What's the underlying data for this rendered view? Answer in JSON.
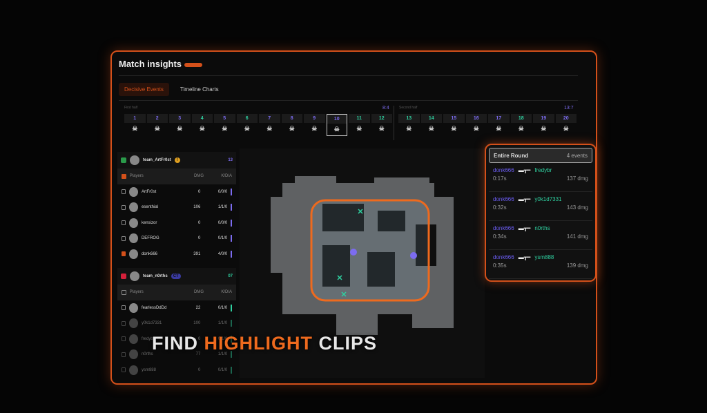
{
  "title": "Match insights",
  "tabs": [
    {
      "label": "Decisive Events"
    },
    {
      "label": "Timeline Charts"
    }
  ],
  "first_half": {
    "label": "First half",
    "score": "8:4"
  },
  "second_half": {
    "label": "Second half",
    "score": "13:7"
  },
  "rounds": [
    {
      "n": "1",
      "winner": "purple"
    },
    {
      "n": "2",
      "winner": "purple"
    },
    {
      "n": "3",
      "winner": "purple"
    },
    {
      "n": "4",
      "winner": "green"
    },
    {
      "n": "5",
      "winner": "purple"
    },
    {
      "n": "6",
      "winner": "green"
    },
    {
      "n": "7",
      "winner": "purple"
    },
    {
      "n": "8",
      "winner": "purple"
    },
    {
      "n": "9",
      "winner": "purple"
    },
    {
      "n": "10",
      "winner": "purple",
      "selected": true
    },
    {
      "n": "11",
      "winner": "green"
    },
    {
      "n": "12",
      "winner": "green"
    },
    {
      "n": "13",
      "winner": "green"
    },
    {
      "n": "14",
      "winner": "green"
    },
    {
      "n": "15",
      "winner": "purple"
    },
    {
      "n": "16",
      "winner": "purple"
    },
    {
      "n": "17",
      "winner": "purple"
    },
    {
      "n": "18",
      "winner": "green"
    },
    {
      "n": "19",
      "winner": "purple"
    },
    {
      "n": "20",
      "winner": "purple"
    }
  ],
  "colors": {
    "purple": "#7c6cf0",
    "green": "#2fd0a0",
    "accent": "#d4501a"
  },
  "teams": [
    {
      "name": "team_ArtFr0st",
      "tag": "!",
      "count": "13",
      "cols": {
        "players": "Players",
        "dmg": "DMG",
        "kda": "K/D/A"
      },
      "players": [
        {
          "name": "ArtFr0st",
          "dmg": "0",
          "kda": "0/0/0"
        },
        {
          "name": "esenthial",
          "dmg": "106",
          "kda": "1/1/0"
        },
        {
          "name": "kensizor",
          "dmg": "0",
          "kda": "0/0/0"
        },
        {
          "name": "DEFROG",
          "dmg": "0",
          "kda": "0/1/0"
        },
        {
          "name": "donk666",
          "dmg": "391",
          "kda": "4/0/0",
          "checked": true
        }
      ]
    },
    {
      "name": "team_n0rths",
      "tag": "CT",
      "count": "07",
      "cols": {
        "players": "Players",
        "dmg": "DMG",
        "kda": "K/D/A"
      },
      "players": [
        {
          "name": "fearlessDdDd",
          "dmg": "22",
          "kda": "0/1/0"
        },
        {
          "name": "y0k1d7331",
          "dmg": "100",
          "kda": "1/1/0"
        },
        {
          "name": "fredybr",
          "dmg": "0",
          "kda": "0/1/0"
        },
        {
          "name": "n0rths",
          "dmg": "77",
          "kda": "1/1/0"
        },
        {
          "name": "ysm888",
          "dmg": "0",
          "kda": "0/1/0"
        }
      ]
    }
  ],
  "events": {
    "title": "Entire Round",
    "count": "4 events",
    "items": [
      {
        "killer": "donk666",
        "victim": "fredybr",
        "time": "0:17s",
        "dmg": "137 dmg"
      },
      {
        "killer": "donk666",
        "victim": "y0k1d7331",
        "time": "0:32s",
        "dmg": "143 dmg"
      },
      {
        "killer": "donk666",
        "victim": "n0rths",
        "time": "0:34s",
        "dmg": "141 dmg"
      },
      {
        "killer": "donk666",
        "victim": "ysm888",
        "time": "0:35s",
        "dmg": "139 dmg"
      }
    ]
  },
  "caption": {
    "a": "FIND ",
    "b": "HIGHLIGHT",
    "c": " CLIPS"
  }
}
